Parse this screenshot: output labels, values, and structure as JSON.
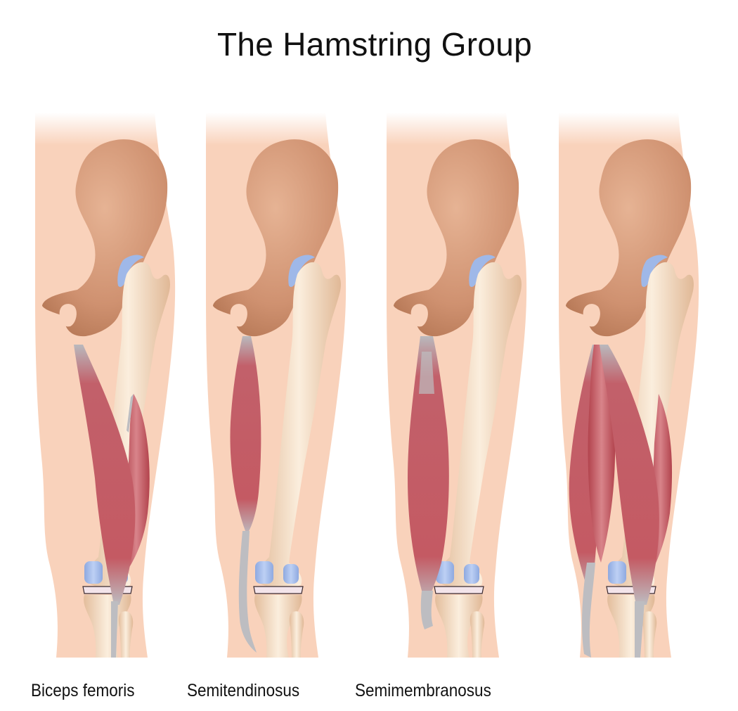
{
  "title": "The Hamstring Group",
  "colors": {
    "background": "#ffffff",
    "skin": "#f9d2bb",
    "pelvis": "#d49a76",
    "pelvis_shadow": "#b9795a",
    "bone": "#f2dcc3",
    "bone_shadow": "#dfb99a",
    "cartilage": "#9fb8e8",
    "muscle": "#c65a62",
    "muscle_light": "#dc8a90",
    "tendon": "#b8b8bc",
    "text": "#111111"
  },
  "panels": [
    {
      "id": "biceps-femoris",
      "caption": "Biceps femoris",
      "highlight": "biceps_femoris"
    },
    {
      "id": "semitendinosus",
      "caption": "Semitendinosus",
      "highlight": "semitendinosus"
    },
    {
      "id": "semimembranosus",
      "caption": "Semimembranosus",
      "highlight": "semimembranosus"
    },
    {
      "id": "all",
      "caption": "",
      "highlight": "all"
    }
  ]
}
